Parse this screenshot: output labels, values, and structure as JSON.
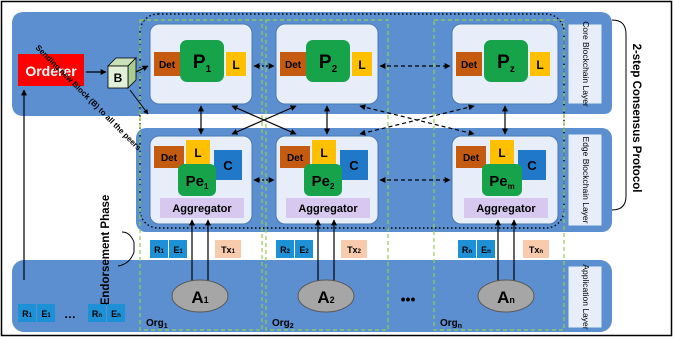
{
  "layers": {
    "core": "Core Blockchain Layer",
    "edge": "Edge Blockchain Layer",
    "application": "Application Layer"
  },
  "protocol_label": "2-step Consensus Protocol",
  "endorsement_label": "Endorsement Phase",
  "orderer": {
    "label": "Orderer"
  },
  "block": {
    "label": "B",
    "caption": "Sending new Block (B) to all the peers"
  },
  "det_label": "Det",
  "ledger_label": "L",
  "contract_label": "C",
  "aggregator_label": "Aggregator",
  "dots": "•••",
  "core_peers": [
    {
      "base": "P",
      "sub": "1"
    },
    {
      "base": "P",
      "sub": "2"
    },
    {
      "base": "P",
      "sub": "z"
    }
  ],
  "edge_peers": [
    {
      "base": "Pe",
      "sub": "1"
    },
    {
      "base": "Pe",
      "sub": "2"
    },
    {
      "base": "Pe",
      "sub": "m"
    }
  ],
  "orgs": [
    {
      "base": "Org",
      "sub": "1",
      "client": "A",
      "client_sub": "1",
      "r": "R",
      "r_sub": "1",
      "e": "E",
      "e_sub": "1",
      "tx": "Tx",
      "tx_sub": "1"
    },
    {
      "base": "Org",
      "sub": "2",
      "client": "A",
      "client_sub": "2",
      "r": "R",
      "r_sub": "2",
      "e": "E",
      "e_sub": "2",
      "tx": "Tx",
      "tx_sub": "2"
    },
    {
      "base": "Org",
      "sub": "n",
      "client": "A",
      "client_sub": "n",
      "r": "R",
      "r_sub": "n",
      "e": "E",
      "e_sub": "n",
      "tx": "Tx",
      "tx_sub": "n"
    }
  ],
  "result_list": {
    "r1": "R",
    "r1_sub": "1",
    "e1": "E",
    "e1_sub": "1",
    "ellipsis": "…",
    "rn": "R",
    "rn_sub": "n",
    "en": "E",
    "en_sub": "n"
  },
  "colors": {
    "layer_band": "#5b8fd0",
    "peer_box": "#e7eef9",
    "det": "#c55a11",
    "ledger": "#ffc000",
    "peer": "#17a34a",
    "contract": "#1f78c8",
    "aggregator": "#d7c8ef",
    "client": "#a6a6a6",
    "orderer": "#ff0000",
    "block": "#e2f0d9",
    "tx": "#f8cbad",
    "re_box": "#1e90d6",
    "org_border": "#92d050"
  }
}
